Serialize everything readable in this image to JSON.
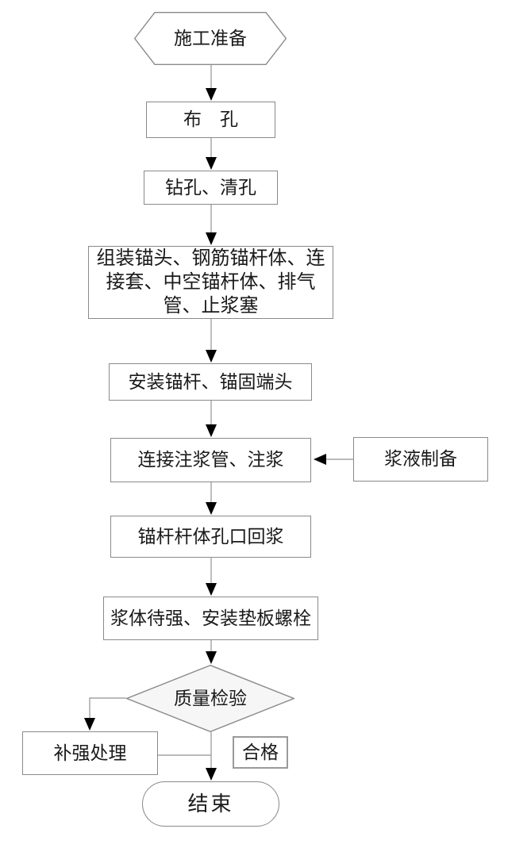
{
  "flowchart": {
    "type": "flowchart",
    "language": "zh-CN",
    "nodes": {
      "prepare": {
        "label": "施工准备",
        "shape": "hexagon"
      },
      "layout_holes": {
        "label": "布　孔",
        "shape": "rect"
      },
      "drill_clean": {
        "label": "钻孔、清孔",
        "shape": "rect"
      },
      "assemble": {
        "label": "组装锚头、钢筋锚杆体、连\n接套、中空锚杆体、排气\n管、止浆塞",
        "shape": "rect"
      },
      "install_anchor": {
        "label": "安装锚杆、锚固端头",
        "shape": "rect"
      },
      "connect_grout": {
        "label": "连接注浆管、注浆",
        "shape": "rect"
      },
      "grout_prep": {
        "label": "浆液制备",
        "shape": "rect"
      },
      "hole_backfill": {
        "label": "锚杆杆体孔口回浆",
        "shape": "rect"
      },
      "cure_plate": {
        "label": "浆体待强、安装垫板螺栓",
        "shape": "rect"
      },
      "quality_check": {
        "label": "质量检验",
        "shape": "diamond"
      },
      "reinforce": {
        "label": "补强处理",
        "shape": "rect"
      },
      "end": {
        "label": "结束",
        "shape": "terminator"
      }
    },
    "edge_labels": {
      "qualified": {
        "label": "合格"
      }
    },
    "edges": [
      {
        "from": "prepare",
        "to": "layout_holes"
      },
      {
        "from": "layout_holes",
        "to": "drill_clean"
      },
      {
        "from": "drill_clean",
        "to": "assemble"
      },
      {
        "from": "assemble",
        "to": "install_anchor"
      },
      {
        "from": "install_anchor",
        "to": "connect_grout"
      },
      {
        "from": "grout_prep",
        "to": "connect_grout"
      },
      {
        "from": "connect_grout",
        "to": "hole_backfill"
      },
      {
        "from": "hole_backfill",
        "to": "cure_plate"
      },
      {
        "from": "cure_plate",
        "to": "quality_check"
      },
      {
        "from": "quality_check",
        "to": "reinforce",
        "label": ""
      },
      {
        "from": "quality_check",
        "to": "end",
        "label": "合格"
      },
      {
        "from": "reinforce",
        "to": "end"
      }
    ],
    "colors": {
      "line": "#a3a3a3",
      "border": "#8a8a8a",
      "arrow": "#000000",
      "text": "#1a1a1a",
      "background": "#ffffff",
      "diamond_fill": "#f6f6f6"
    }
  }
}
